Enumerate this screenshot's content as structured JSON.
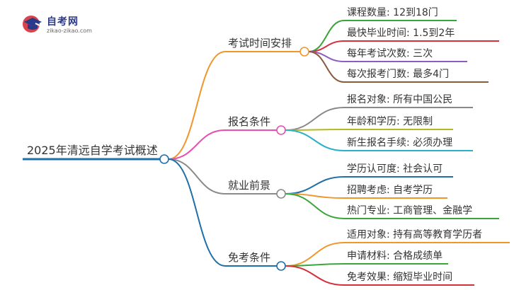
{
  "logo": {
    "title": "自考网",
    "subtitle": "zikao-zikao.com"
  },
  "root": {
    "label": "2025年清远自学考试概述",
    "color": "#1f6fa8"
  },
  "branches": [
    {
      "label": "考试时间安排",
      "color": "#f0962a",
      "leaves": [
        {
          "label": "课程数量: 12到18门",
          "color": "#3aa63a"
        },
        {
          "label": "最快毕业时间: 1.5到2年",
          "color": "#d6303c"
        },
        {
          "label": "每年考试次数: 三次",
          "color": "#8c5cc4"
        },
        {
          "label": "每次报考门数: 最多4门",
          "color": "#8a5a3c"
        }
      ]
    },
    {
      "label": "报名条件",
      "color": "#e64fb3",
      "leaves": [
        {
          "label": "报名对象: 所有中国公民",
          "color": "#888888"
        },
        {
          "label": "年龄和学历: 无限制",
          "color": "#b8b820"
        },
        {
          "label": "新生报名手续: 必须办理",
          "color": "#2ab0c8"
        }
      ]
    },
    {
      "label": "就业前景",
      "color": "#8a8a8a",
      "leaves": [
        {
          "label": "学历认可度: 社会认可",
          "color": "#1f6fa8"
        },
        {
          "label": "招聘考虑: 自考学历",
          "color": "#f0962a"
        },
        {
          "label": "热门专业: 工商管理、金融学",
          "color": "#3aa63a"
        }
      ]
    },
    {
      "label": "免考条件",
      "color": "#1f6fa8",
      "leaves": [
        {
          "label": "适用对象: 持有高等教育学历者",
          "color": "#f0962a"
        },
        {
          "label": "申请材料: 合格成绩单",
          "color": "#3aa63a"
        },
        {
          "label": "免考效果: 缩短毕业时间",
          "color": "#d6303c"
        }
      ]
    }
  ]
}
